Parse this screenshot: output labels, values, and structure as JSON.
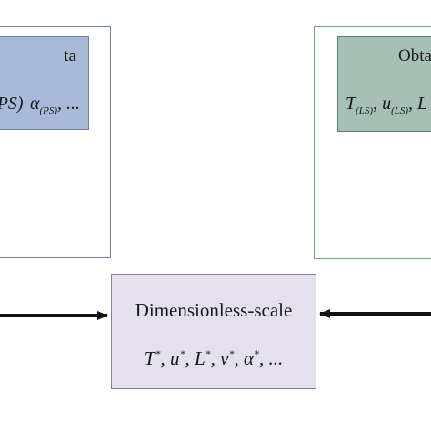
{
  "left_panel": {
    "title": "ta",
    "vars": "PS), α(PS), ..."
  },
  "right_panel": {
    "title": "Obta",
    "vars": "T(LS), u(LS), L"
  },
  "center": {
    "title": "Dimensionless-scale",
    "vars": "T*, u*, L*, v*, α*, ..."
  },
  "colors": {
    "left_frame": "#6f86b2",
    "left_fill": "#a9bad8",
    "right_frame": "#6aa66a",
    "right_fill": "#a6c0b6",
    "center_fill": "#e4e0ee",
    "arrow": "#111111"
  }
}
